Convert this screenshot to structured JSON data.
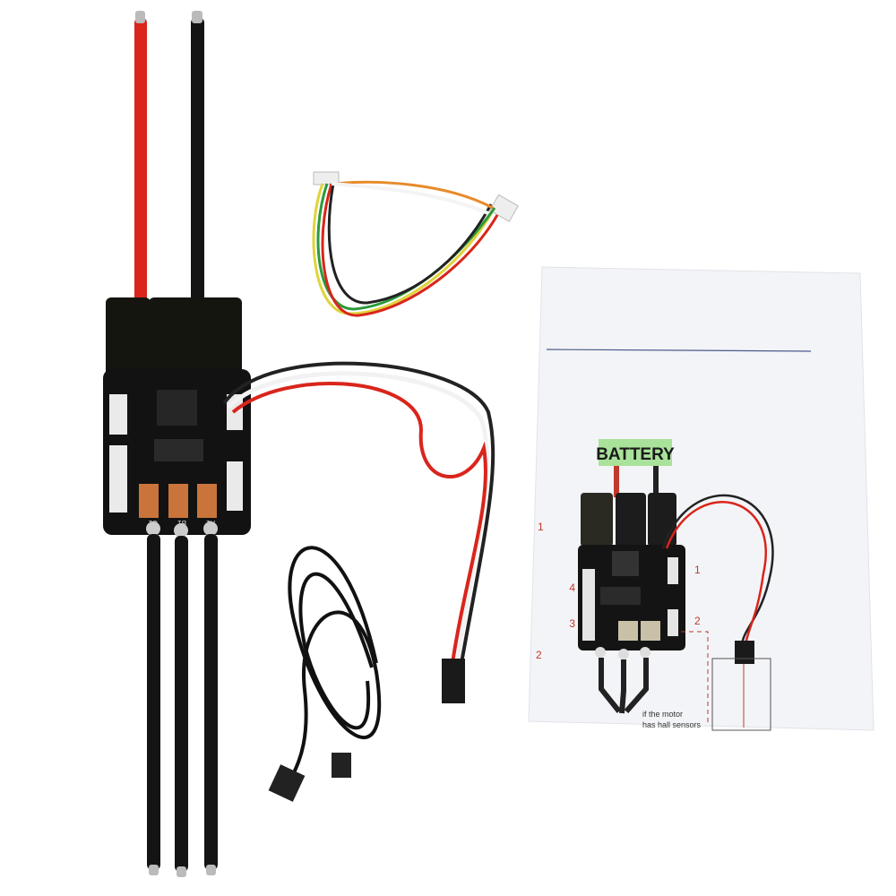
{
  "scene": "product-photo",
  "colors": {
    "background": "#ffffff",
    "wire_red": "#d9251c",
    "wire_black": "#141414",
    "wire_white": "#f2f2f2",
    "pcb": "#121212",
    "copper": "#c9743b",
    "manual_green": "#a9e29a"
  },
  "board": {
    "phase_labels": [
      "C1",
      "B1",
      "A1"
    ]
  },
  "manual": {
    "battery_label": "BATTERY",
    "port_labels": [
      "1",
      "2",
      "3",
      "4"
    ],
    "side_numbers": [
      "1",
      "2"
    ],
    "note_line1": "if the motor",
    "note_line2": "has hall sensors"
  }
}
